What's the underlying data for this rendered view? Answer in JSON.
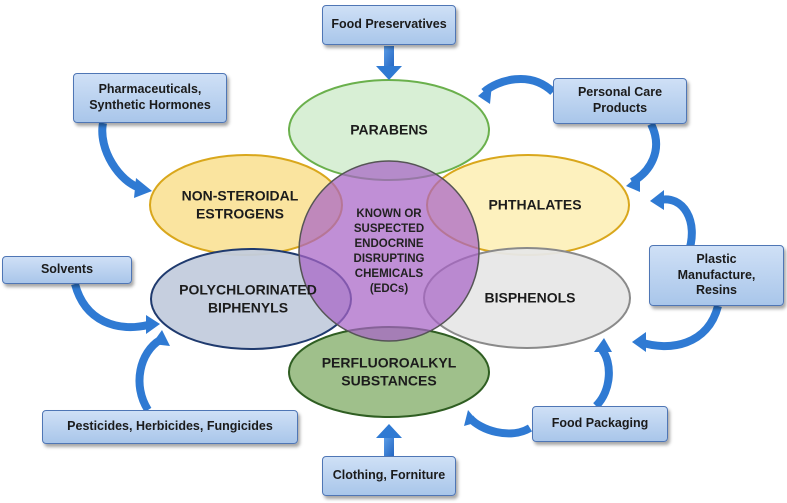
{
  "sources": {
    "food_preservatives": "Food Preservatives",
    "pharmaceuticals": [
      "Pharmaceuticals,",
      "Synthetic Hormones"
    ],
    "personal_care": [
      "Personal Care",
      "Products"
    ],
    "solvents": "Solvents",
    "plastic": [
      "Plastic",
      "Manufacture,",
      "Resins"
    ],
    "pesticides": "Pesticides, Herbicides, Fungicides",
    "food_packaging": "Food Packaging",
    "clothing": "Clothing, Forniture"
  },
  "groups": {
    "parabens": "PARABENS",
    "non_steroidal": [
      "NON-STEROIDAL",
      "ESTROGENS"
    ],
    "phthalates": "PHTHALATES",
    "polychlorinated": [
      "POLYCHLORINATED",
      "BIPHENYLS"
    ],
    "bisphenols": "BISPHENOLS",
    "perfluoroalkyl": [
      "PERFLUOROALKYL",
      "SUBSTANCES"
    ]
  },
  "center": [
    "KNOWN OR",
    "SUSPECTED",
    "ENDOCRINE",
    "DISRUPTING",
    "CHEMICALS",
    "(EDCs)"
  ],
  "colors": {
    "parabens": "#d8efd5",
    "non_steroidal": "#fae39a",
    "phthalates": "#fdf0bb",
    "polychlorinated": "#c3ccdd",
    "bisphenols": "#e7e7e7",
    "perfluoroalkyl": "#9fc08b",
    "center": "#bf8ad6",
    "box_fill": "#bcd3f0",
    "box_border": "#4f76b5",
    "arrow": "#2f7ad3"
  }
}
